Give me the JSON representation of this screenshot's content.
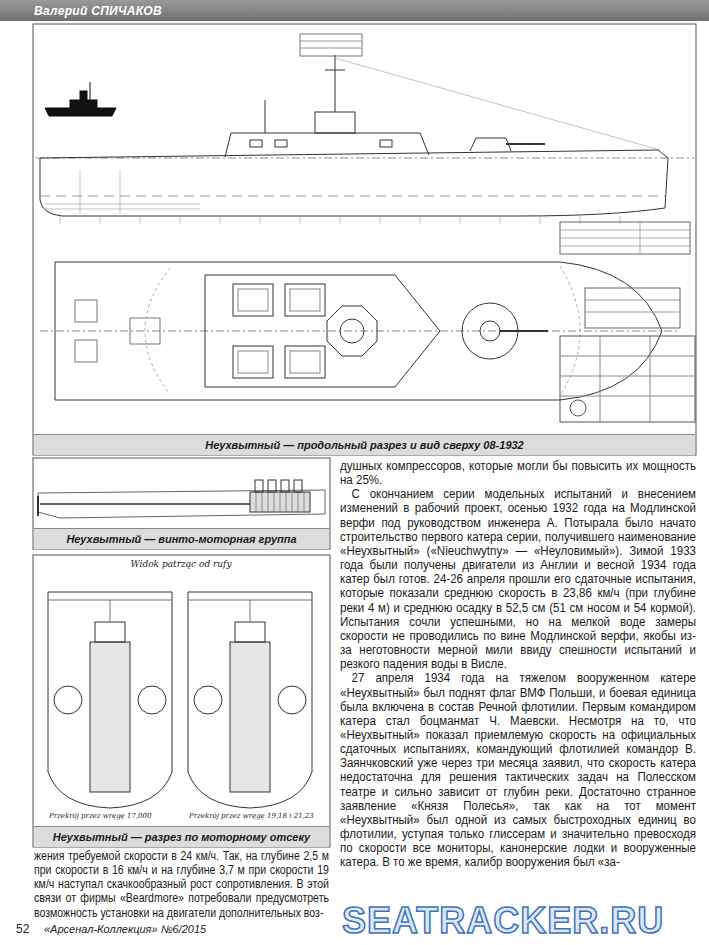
{
  "diagram": {
    "nodes": [
      {
        "text": [
          "Валерий СПИЧАКОВ"
        ]
      },
      {
        "text": [
          "Неухвытный — продольный разрез и вид сверху 08-1932"
        ]
      },
      {
        "text": [
          "Неухвытный — винто-моторная группа"
        ]
      },
      {
        "text": [
          "Неухвытный — разрез по моторному отсеку"
        ]
      }
    ],
    "labels": [
      "Widok patrząc od rufy",
      "Przekrój przez wręgę 17,000",
      "Przekrój przez wręgę 19,18 i 21,23",
      "жения требуемой скорости в 24 км/ч. Так, на глубине 2,5 м при скорости в 16 км/ч и на глубине 3,7 м при скорости 19 км/ч наступал скачкообразный рост сопротивления. В этой связи от фирмы «Beardmore» потребовали предусмотреть возможность установки на двигатели дополнительных воз-",
      "душных компрессоров, которые могли бы повысить их мощность на 25%.",
      "С окончанием серии модельных испытаний и внесением изменений в рабочий проект, осенью 1932 года на Модлинской верфи под руководством инженера А. Потырала было начато строительство первого катера серии, получившего наименование «Неухвытный» («Nieuchwytny» — «Неуловимый»). Зимой 1933 года были получены двигатели из Англии и весной 1934 года катер был готов. 24-26 апреля прошли его сдаточные испытания, которые показали среднюю скорость в 23,86 км/ч (при глубине реки 4 м) и среднюю осадку в 52,5 см (51 см носом и 54 кормой). Испытания сочли успешными, но на мелкой воде замеры скорости не проводились по вине Модлинской верфи, якобы из-за неготовности мерной мили ввиду спешности испытаний и резкого падения воды в Висле.",
      "27 апреля 1934 года на тяжелом вооруженном катере «Неухвытный» был поднят флаг ВМФ Польши, и боевая единица была включена в состав Речной флотилии. Первым командиром катера стал боцманмат Ч. Маевски. Несмотря на то, что «Неухвытный» показал приемлемую скорость на официальных сдаточных испытаниях, командующий флотилией командор В. Заянчковский уже через три месяца заявил, что скорость катера недостаточна для решения тактических задач на Полесском театре и сильно зависит от глубин реки. Достаточно странное заявление «Князя Полесья», так как на тот момент «Неухвытный» был одной из самых быстроходных единиц во флотилии, уступая только глиссерам и значительно превосходя по скорости все мониторы, канонерские лодки и вооруженные катера. В то же время, калибр вооружения был «за-",
      "52",
      "«Арсенал-Коллекция» №6/2015",
      "SEATRACKER.RU"
    ]
  }
}
